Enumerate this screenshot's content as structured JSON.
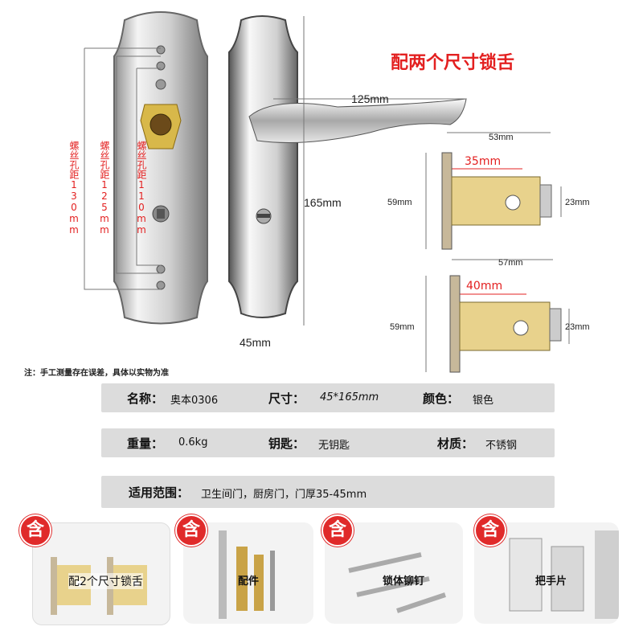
{
  "title": "配两个尺寸锁舌",
  "dimensions": {
    "handle_length": "125mm",
    "plate_height": "165mm",
    "plate_width": "45mm",
    "screw_130": "螺丝孔距130mm",
    "screw_125": "螺丝孔距125mm",
    "screw_110": "螺丝孔距110mm",
    "latch1_width": "53mm",
    "latch1_backset": "35mm",
    "latch1_height": "59mm",
    "latch1_face": "23mm",
    "latch2_width": "57mm",
    "latch2_backset": "40mm",
    "latch2_height": "59mm",
    "latch2_face": "23mm"
  },
  "note": "注：手工测量存在误差，具体以实物为准",
  "specs": {
    "name_label": "名称：",
    "name_value": "奥本0306",
    "size_label": "尺寸：",
    "size_value": "45*165mm",
    "color_label": "颜色：",
    "color_value": "银色",
    "weight_label": "重量：",
    "weight_value": "0.6kg",
    "key_label": "钥匙：",
    "key_value": "无钥匙",
    "material_label": "材质：",
    "material_value": "不锈钢",
    "usage_label": "适用范围：",
    "usage_value": "卫生间门，厨房门，门厚35-45mm"
  },
  "included": {
    "badge": "含",
    "items": [
      "配2个尺寸锁舌",
      "配件",
      "锁体铆钉",
      "把手片"
    ]
  },
  "colors": {
    "accent_red": "#e32020",
    "row_bg": "#dcdcdc"
  }
}
